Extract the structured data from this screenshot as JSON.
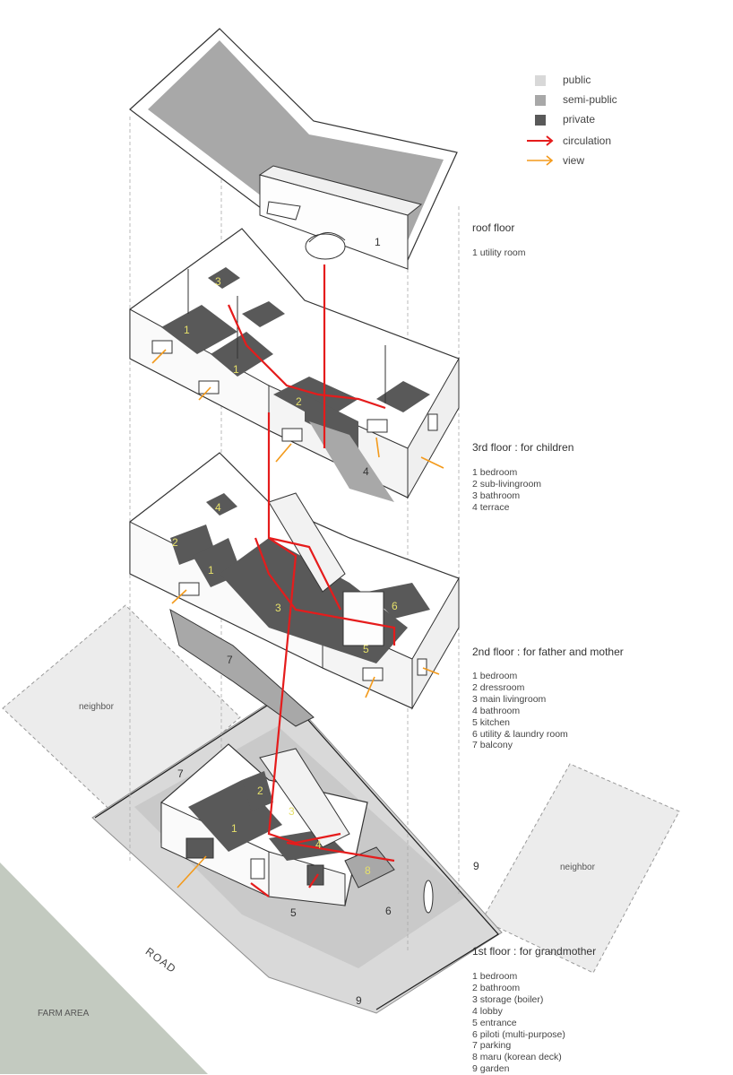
{
  "legend": {
    "items": [
      {
        "label": "public",
        "color": "#d8d8d8",
        "kind": "swatch"
      },
      {
        "label": "semi-public",
        "color": "#a8a8a8",
        "kind": "swatch"
      },
      {
        "label": "private",
        "color": "#595959",
        "kind": "swatch"
      },
      {
        "label": "circulation",
        "color": "#e51c1c",
        "kind": "arrow"
      },
      {
        "label": "view",
        "color": "#f39a1b",
        "kind": "arrow"
      }
    ]
  },
  "floors": [
    {
      "title": "roof floor",
      "rooms": [
        "1  utility room"
      ]
    },
    {
      "title": "3rd floor : for children",
      "rooms": [
        "1  bedroom",
        "2  sub-livingroom",
        "3  bathroom",
        "4  terrace"
      ]
    },
    {
      "title": "2nd floor : for father and mother",
      "rooms": [
        "1  bedroom",
        "2  dressroom",
        "3  main livingroom",
        "4  bathroom",
        "5  kitchen",
        "6  utility & laundry room",
        "7  balcony"
      ]
    },
    {
      "title": "1st floor : for grandmother",
      "rooms": [
        "1  bedroom",
        "2  bathroom",
        "3  storage (boiler)",
        "4  lobby",
        "5  entrance",
        "6  piloti (multi-purpose)",
        "7  parking",
        "8  maru (korean deck)",
        "9  garden"
      ]
    }
  ],
  "site": {
    "neighbor_left": "neighbor",
    "neighbor_right": "neighbor",
    "road": "ROAD",
    "farm": "FARM AREA"
  },
  "plan_numbers": {
    "roof": [
      "1"
    ],
    "third": [
      "1",
      "1",
      "2",
      "3",
      "4"
    ],
    "second": [
      "1",
      "2",
      "3",
      "4",
      "5",
      "6",
      "7"
    ],
    "first": [
      "1",
      "2",
      "3",
      "4",
      "5",
      "6",
      "7",
      "8",
      "9",
      "9"
    ]
  },
  "colors": {
    "public": "#d8d8d8",
    "semi_public": "#a8a8a8",
    "private": "#595959",
    "circulation": "#e51c1c",
    "view": "#f39a1b"
  }
}
